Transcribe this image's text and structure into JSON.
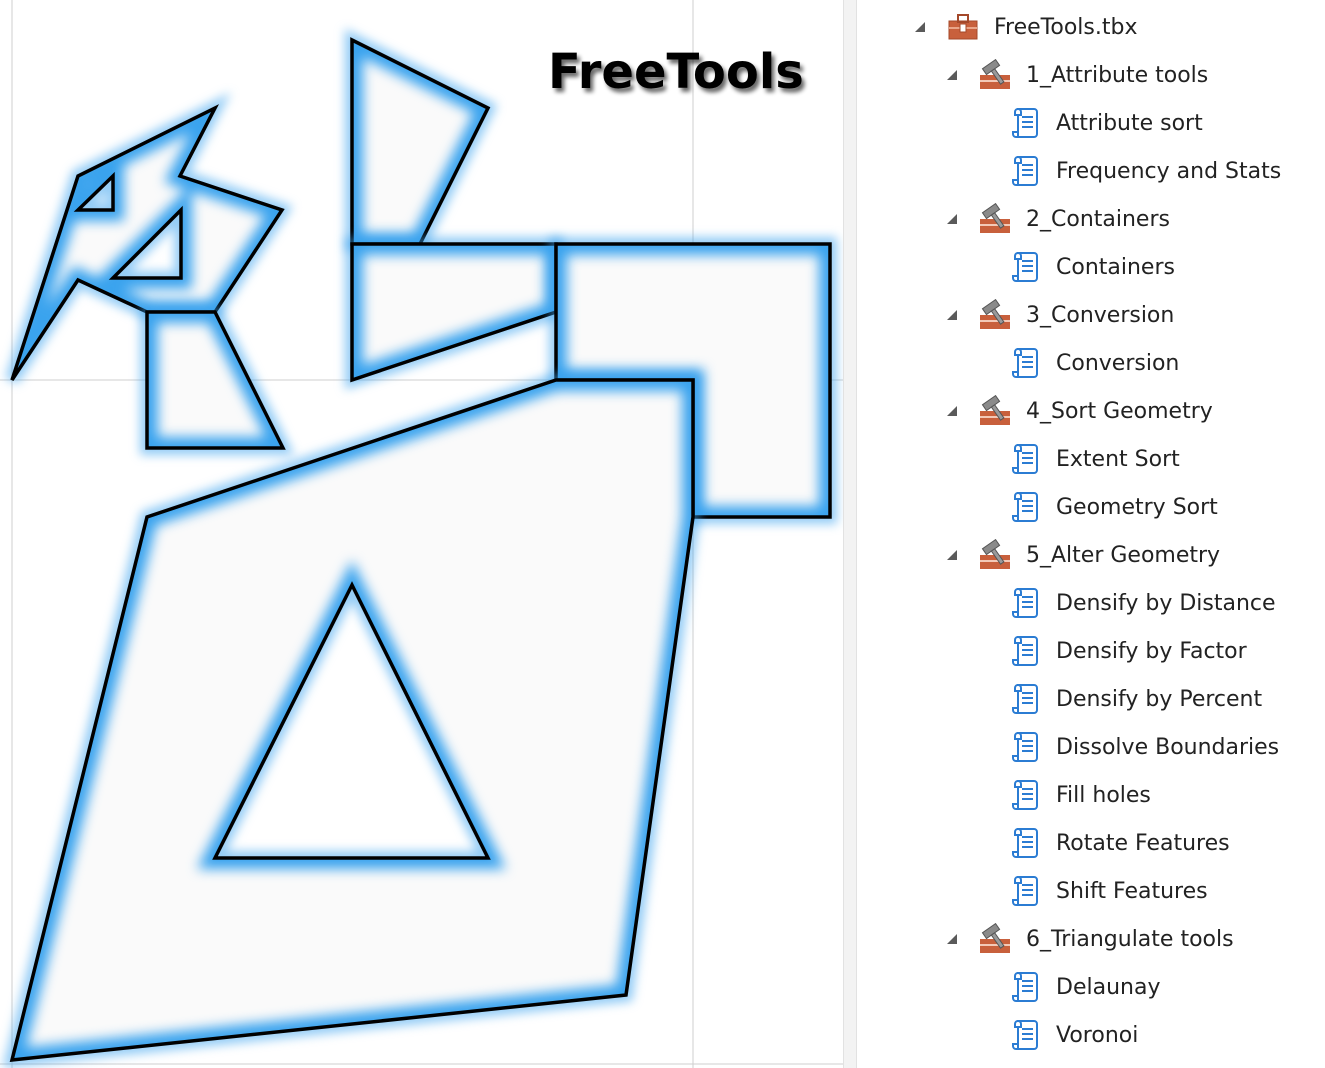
{
  "map": {
    "title": "FreeTools"
  },
  "catalog": {
    "root": {
      "label": "FreeTools.tbx",
      "icon": "toolbox-icon"
    },
    "toolsets": [
      {
        "label": "1_Attribute tools",
        "icon": "toolset-icon",
        "tools": [
          {
            "label": "Attribute sort"
          },
          {
            "label": "Frequency and Stats"
          }
        ]
      },
      {
        "label": "2_Containers",
        "icon": "toolset-icon",
        "tools": [
          {
            "label": "Containers"
          }
        ]
      },
      {
        "label": "3_Conversion",
        "icon": "toolset-icon",
        "tools": [
          {
            "label": "Conversion"
          }
        ]
      },
      {
        "label": "4_Sort Geometry",
        "icon": "toolset-icon",
        "tools": [
          {
            "label": "Extent Sort"
          },
          {
            "label": "Geometry Sort"
          }
        ]
      },
      {
        "label": "5_Alter Geometry",
        "icon": "toolset-icon",
        "tools": [
          {
            "label": "Densify by Distance"
          },
          {
            "label": "Densify by Factor"
          },
          {
            "label": "Densify by Percent"
          },
          {
            "label": "Dissolve Boundaries"
          },
          {
            "label": "Fill holes"
          },
          {
            "label": "Rotate Features"
          },
          {
            "label": "Shift Features"
          }
        ]
      },
      {
        "label": "6_Triangulate tools",
        "icon": "toolset-icon",
        "tools": [
          {
            "label": "Delaunay"
          },
          {
            "label": "Voronoi"
          }
        ]
      }
    ],
    "tool_icon": "script-tool-icon"
  },
  "colors": {
    "glow": "#3aa3ee",
    "toolbox": "#c8603c"
  }
}
